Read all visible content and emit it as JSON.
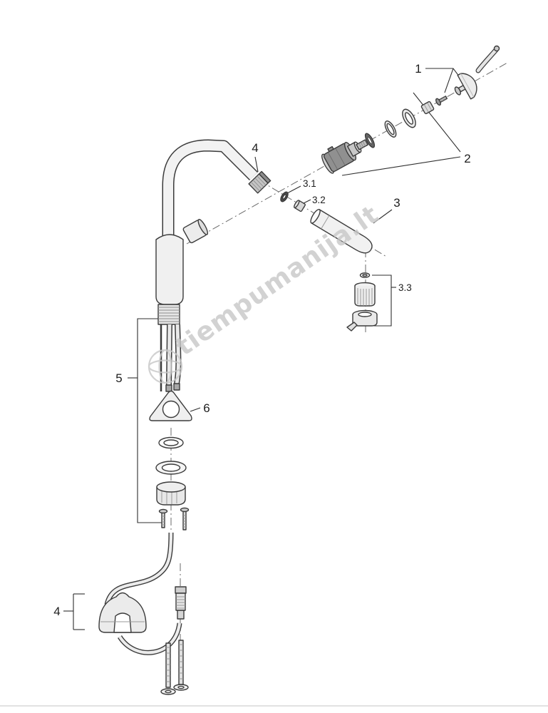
{
  "page": {
    "background": "#ffffff",
    "line_color": "#3b3b3b",
    "footer_divider_color": "#e2e2e2"
  },
  "watermark": {
    "text": "tiempumanija.lt",
    "color": "#c8c8c8"
  },
  "callouts": {
    "handle": "1",
    "cartridge": "2",
    "spray": "3",
    "spray_oring": "3.1",
    "spray_insert": "3.2",
    "mousseur": "3.3",
    "aerator": "4",
    "weight": "4",
    "mounting": "5",
    "wedge": "6"
  }
}
